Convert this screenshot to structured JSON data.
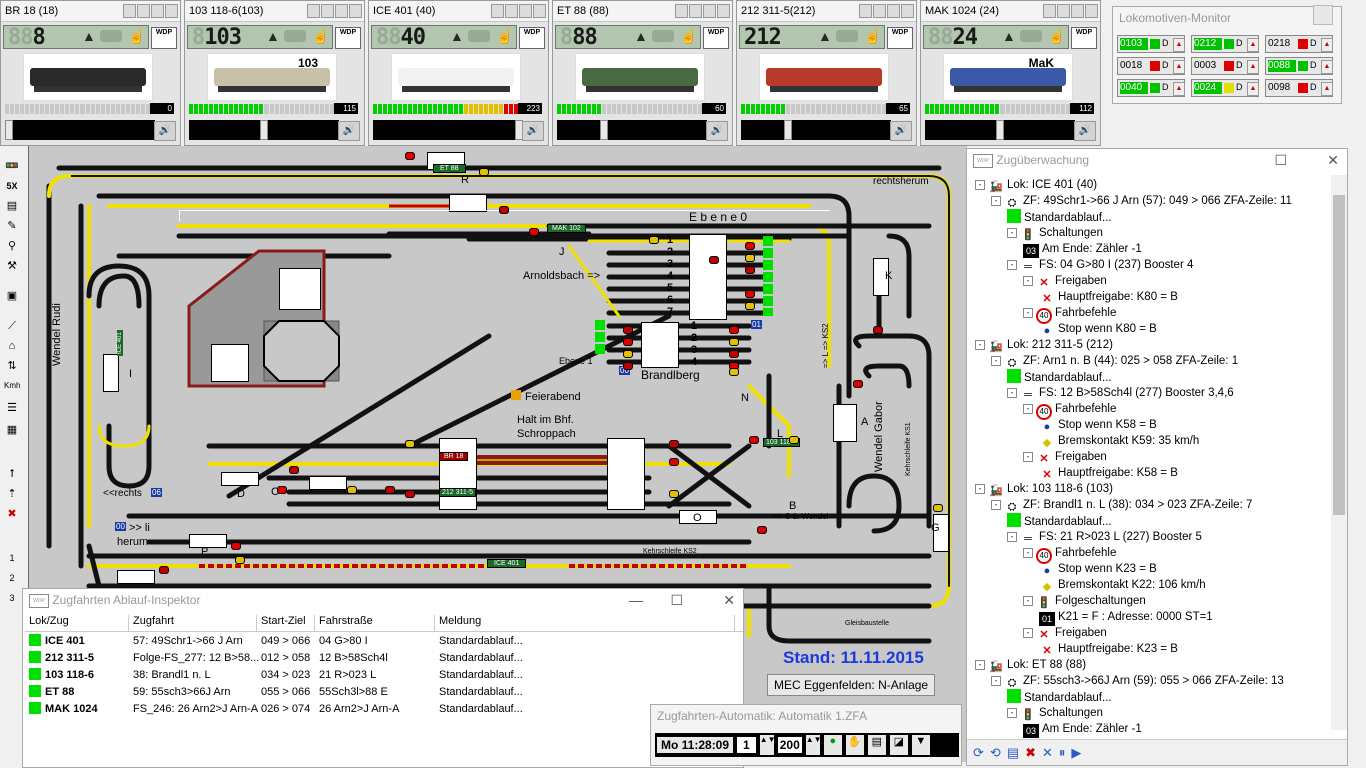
{
  "locos": [
    {
      "title": "BR 18",
      "addr": "(18)",
      "speed": "8",
      "speed_dim": "88",
      "value": "0",
      "bar_active": 0,
      "slider": 0.0,
      "color": "#2a2a2a",
      "label": ""
    },
    {
      "title": "103 118-6(103)",
      "addr": "",
      "speed": "103",
      "speed_dim": "8",
      "value": "115",
      "bar_active": 0.5,
      "slider": 0.5,
      "color": "#c8c0a8",
      "label": "103"
    },
    {
      "title": "ICE 401",
      "addr": "(40)",
      "speed": "40",
      "speed_dim": "88",
      "value": "223",
      "bar_active": 1.0,
      "slider": 1.0,
      "color": "#f2f2f2",
      "label": ""
    },
    {
      "title": "ET 88",
      "addr": "(88)",
      "speed": "88",
      "speed_dim": "8",
      "value": "60",
      "bar_active": 0.3,
      "slider": 0.3,
      "color": "#4a6a44",
      "label": ""
    },
    {
      "title": "212 311-5(212)",
      "addr": "",
      "speed": "212",
      "speed_dim": "",
      "value": "65",
      "bar_active": 0.3,
      "slider": 0.3,
      "color": "#b83a2a",
      "label": ""
    },
    {
      "title": "MAK 1024",
      "addr": "(24)",
      "speed": "24",
      "speed_dim": "88",
      "value": "112",
      "bar_active": 0.5,
      "slider": 0.5,
      "color": "#3a5aa8",
      "label": "MaK"
    }
  ],
  "monitor": {
    "title": "Lokomotiven-Monitor",
    "cells": [
      {
        "num": "0103",
        "active": true,
        "state": "#00c000"
      },
      {
        "num": "0212",
        "active": true,
        "state": "#00c000"
      },
      {
        "num": "0218",
        "active": false,
        "state": "#e00000"
      },
      {
        "num": "0018",
        "active": false,
        "state": "#e00000"
      },
      {
        "num": "0003",
        "active": false,
        "state": "#e00000"
      },
      {
        "num": "0088",
        "active": true,
        "state": "#00c000"
      },
      {
        "num": "0040",
        "active": true,
        "state": "#00c000"
      },
      {
        "num": "0024",
        "active": true,
        "state": "#e0e000"
      },
      {
        "num": "0098",
        "active": false,
        "state": "#e00000"
      }
    ],
    "d_label": "D"
  },
  "layout": {
    "labels": {
      "ebene0": "E b e n e  0",
      "rechtsherum": "rechtsherum",
      "wendel_rudi": "Wendel Rudi",
      "wendel_gabor": "Wendel Gabor",
      "arnoldsbach": "Arnoldsbach =>",
      "ebene1": "Ebene  1",
      "brandlberg": "Brandlberg",
      "feierabend": "Feierabend",
      "halt1": "Halt im Bhf.",
      "halt2": "Schroppach",
      "rechts": "<<rechts",
      "li1": ">> li",
      "li2": "herum",
      "kehrschleife": "Kehrschleife KS2",
      "gleisbaustelle": "Gleisbaustelle",
      "wendel_c": "=> C  ü. Wendel",
      "ks1": "Kehrschleife KS1",
      "ks2_vert": "=> L => KS2",
      "stand": "Stand: 11.11.2015",
      "mec": "MEC Eggenfelden:  N-Anlage",
      "badge_06": "06",
      "badge_00a": "00",
      "badge_00b": "00",
      "badge_01": "01"
    },
    "letters": {
      "R": "R",
      "J": "J",
      "K": "K",
      "I": "I",
      "N": "N",
      "L": "L",
      "A": "A",
      "D": "D",
      "C": "C",
      "B": "B",
      "O": "O",
      "P": "P",
      "G": "G"
    },
    "track_numbers_top": [
      "1",
      "2",
      "3",
      "4",
      "5",
      "6",
      "7"
    ],
    "track_numbers_mid": [
      "1",
      "2",
      "3",
      "4"
    ],
    "train_tags": {
      "et88": "ET 88",
      "mak102": "MAK 102",
      "br18": "BR 18",
      "t212": "212 311-5",
      "ice401": "ICE 401",
      "t103": "103 118-6",
      "i_vert": "ICE 401"
    }
  },
  "zug": {
    "title": "Zugüberwachung",
    "rows": [
      {
        "lvl": 0,
        "box": "-",
        "icon": "loco",
        "text": "Lok: ICE 401 (40)"
      },
      {
        "lvl": 1,
        "box": "-",
        "icon": "zf",
        "text": "ZF: 49Schr1->66 J Arn (57): 049 > 066  ZFA-Zeile: 11"
      },
      {
        "lvl": 2,
        "box": "",
        "icon": "green",
        "text": "Standardablauf..."
      },
      {
        "lvl": 2,
        "box": "-",
        "icon": "signal",
        "text": "Schaltungen"
      },
      {
        "lvl": 3,
        "box": "",
        "icon": "badge:03",
        "text": "Am Ende: Zähler -1"
      },
      {
        "lvl": 2,
        "box": "-",
        "icon": "track",
        "text": "FS: 04 G>80 I (237) Booster 4"
      },
      {
        "lvl": 3,
        "box": "-",
        "icon": "cross",
        "text": "Freigaben"
      },
      {
        "lvl": 4,
        "box": "",
        "icon": "cross",
        "text": "Hauptfreigabe: K80 = B"
      },
      {
        "lvl": 3,
        "box": "-",
        "icon": "40",
        "text": "Fahrbefehle"
      },
      {
        "lvl": 4,
        "box": "",
        "icon": "stop",
        "text": "Stop wenn K80 = B"
      },
      {
        "lvl": 0,
        "box": "-",
        "icon": "loco",
        "text": "Lok: 212 311-5 (212)"
      },
      {
        "lvl": 1,
        "box": "-",
        "icon": "zf",
        "text": "ZF: Arn1 n. B (44): 025 > 058  ZFA-Zeile: 1"
      },
      {
        "lvl": 2,
        "box": "",
        "icon": "green",
        "text": "Standardablauf..."
      },
      {
        "lvl": 2,
        "box": "-",
        "icon": "track",
        "text": "FS: 12 B>58Sch4l (277) Booster 3,4,6"
      },
      {
        "lvl": 3,
        "box": "-",
        "icon": "40",
        "text": "Fahrbefehle"
      },
      {
        "lvl": 4,
        "box": "",
        "icon": "stop",
        "text": "Stop wenn K58 = B"
      },
      {
        "lvl": 4,
        "box": "",
        "icon": "brake",
        "text": "Bremskontakt K59: 35 km/h"
      },
      {
        "lvl": 3,
        "box": "-",
        "icon": "cross",
        "text": "Freigaben"
      },
      {
        "lvl": 4,
        "box": "",
        "icon": "cross",
        "text": "Hauptfreigabe: K58 = B"
      },
      {
        "lvl": 0,
        "box": "-",
        "icon": "loco",
        "text": "Lok: 103 118-6 (103)"
      },
      {
        "lvl": 1,
        "box": "-",
        "icon": "zf",
        "text": "ZF: Brandl1 n. L (38): 034 > 023  ZFA-Zeile: 7"
      },
      {
        "lvl": 2,
        "box": "",
        "icon": "green",
        "text": "Standardablauf..."
      },
      {
        "lvl": 2,
        "box": "-",
        "icon": "track",
        "text": "FS: 21 R>023 L (227) Booster 5"
      },
      {
        "lvl": 3,
        "box": "-",
        "icon": "40",
        "text": "Fahrbefehle"
      },
      {
        "lvl": 4,
        "box": "",
        "icon": "stop",
        "text": "Stop wenn K23 = B"
      },
      {
        "lvl": 4,
        "box": "",
        "icon": "brake",
        "text": "Bremskontakt K22: 106 km/h"
      },
      {
        "lvl": 3,
        "box": "-",
        "icon": "signal",
        "text": "Folgeschaltungen"
      },
      {
        "lvl": 4,
        "box": "",
        "icon": "badge:01",
        "text": "K21 = F :  Adresse: 0000 ST=1"
      },
      {
        "lvl": 3,
        "box": "-",
        "icon": "cross",
        "text": "Freigaben"
      },
      {
        "lvl": 4,
        "box": "",
        "icon": "cross",
        "text": "Hauptfreigabe: K23 = B"
      },
      {
        "lvl": 0,
        "box": "-",
        "icon": "loco",
        "text": "Lok: ET 88 (88)"
      },
      {
        "lvl": 1,
        "box": "-",
        "icon": "zf",
        "text": "ZF: 55sch3->66J Arn (59): 055 > 066  ZFA-Zeile: 13"
      },
      {
        "lvl": 2,
        "box": "",
        "icon": "green",
        "text": "Standardablauf..."
      },
      {
        "lvl": 2,
        "box": "-",
        "icon": "signal",
        "text": "Schaltungen"
      },
      {
        "lvl": 3,
        "box": "",
        "icon": "badge:03",
        "text": "Am Ende: Zähler -1"
      }
    ]
  },
  "inspector": {
    "title": "Zugfahrten Ablauf-Inspektor",
    "columns": [
      "Lok/Zug",
      "Zugfahrt",
      "Start-Ziel",
      "Fahrstraße",
      "Meldung"
    ],
    "rows": [
      [
        "ICE 401",
        "57: 49Schr1->66 J Arn",
        "049 > 066",
        "04 G>80 I",
        "Standardablauf..."
      ],
      [
        "212 311-5",
        "Folge-FS_277: 12 B>58...",
        "012 > 058",
        "12 B>58Sch4l",
        "Standardablauf..."
      ],
      [
        "103 118-6",
        "38: Brandl1 n. L",
        "034 > 023",
        "21 R>023 L",
        "Standardablauf..."
      ],
      [
        "ET 88",
        "59: 55sch3>66J Arn",
        "055 > 066",
        "55Sch3l>88 E",
        "Standardablauf..."
      ],
      [
        "MAK 1024",
        "FS_246: 26 Arn2>J Arn-A",
        "026 > 074",
        "26 Arn2>J Arn-A",
        "Standardablauf..."
      ]
    ]
  },
  "automatik": {
    "title": "Zugfahrten-Automatik: Automatik 1.ZFA",
    "clock": "Mo  11:28:09",
    "step": "1",
    "speed": "200"
  },
  "wdp": "WDP"
}
